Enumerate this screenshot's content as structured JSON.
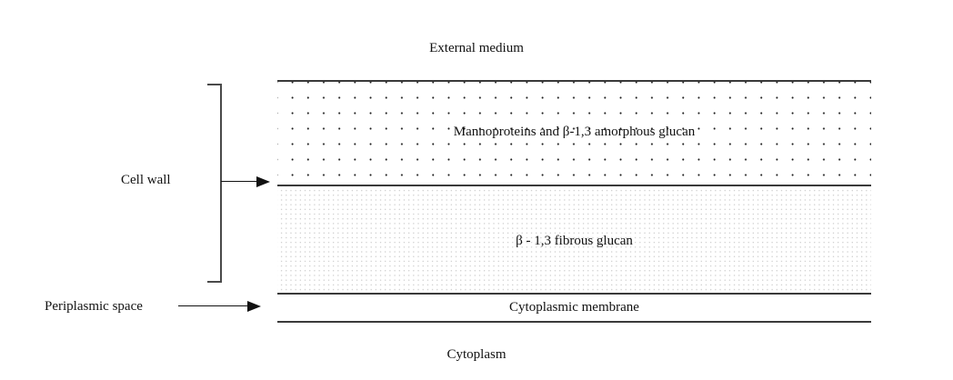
{
  "diagram": {
    "title_external": "External medium",
    "title_cytoplasm": "Cytoplasm",
    "side_labels": {
      "cell_wall": "Cell wall",
      "periplasmic_space": "Periplasmic space"
    },
    "layers": [
      {
        "key": "mannoprotein",
        "caption": "Mannoproteins and β-1,3 amorphous glucan",
        "fill": "coarse-dot-pattern",
        "dot_color": "#1c1c1c"
      },
      {
        "key": "fibrous_glucan",
        "caption": "β - 1,3 fibrous glucan",
        "fill": "fine-dot-pattern",
        "dot_color": "#c9c9c9"
      },
      {
        "key": "membrane",
        "caption": "Cytoplasmic membrane",
        "fill": "solid-white",
        "dot_color": "#ffffff"
      }
    ],
    "rule_color": "#3a3a3a",
    "bracket_color": "#4a4a4a",
    "arrow_color": "#111111",
    "background": "#ffffff"
  }
}
